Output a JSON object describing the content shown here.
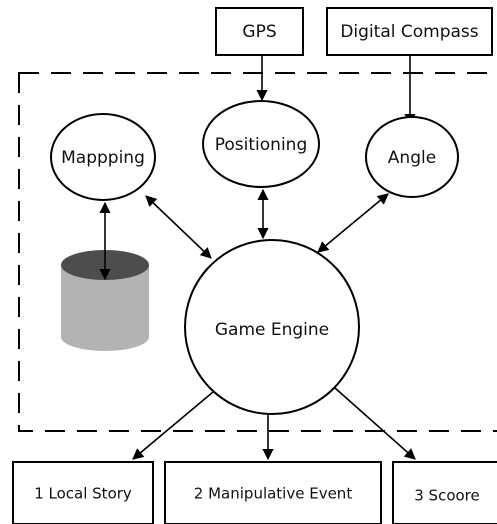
{
  "diagram": {
    "top_boxes": {
      "gps": "GPS",
      "compass": "Digital Compass"
    },
    "nodes": {
      "mapping": "Mappping",
      "positioning": "Positioning",
      "angle": "Angle",
      "engine": "Game Engine"
    },
    "outputs": {
      "local_story": "1 Local Story",
      "manipulative": "2 Manipulative Event",
      "score": "3 Scoore"
    }
  }
}
